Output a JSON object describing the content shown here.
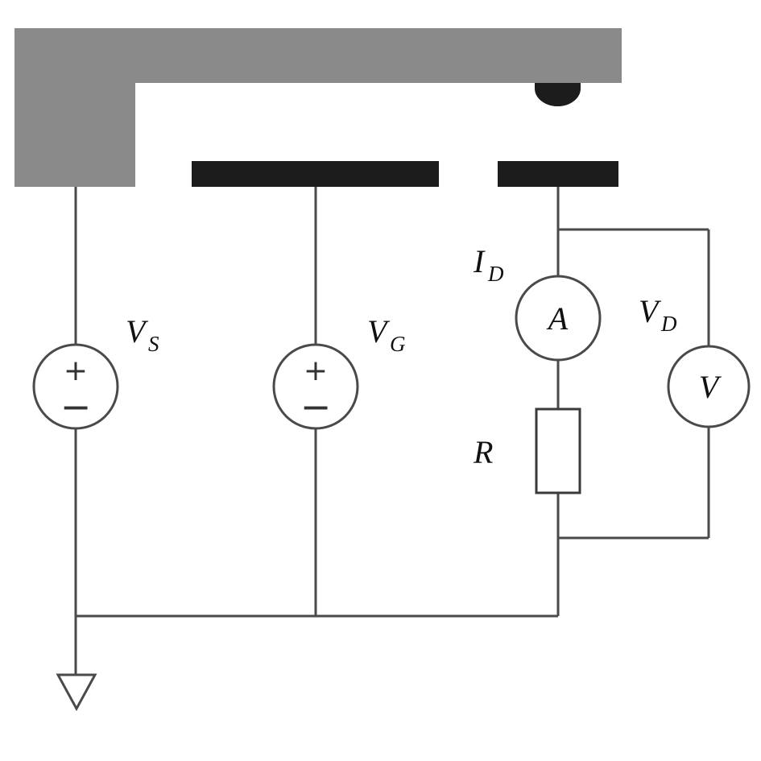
{
  "colors": {
    "cantilever": "#8a8a8a",
    "electrode": "#1c1c1c",
    "wire": "#4a4a4a",
    "background": "#ffffff"
  },
  "components": {
    "source_vs": {
      "label_main": "V",
      "label_sub": "S",
      "plus": "+",
      "minus": "−"
    },
    "source_vg": {
      "label_main": "V",
      "label_sub": "G",
      "plus": "+",
      "minus": "−"
    },
    "drain_current": {
      "label_main": "I",
      "label_sub": "D"
    },
    "drain_voltage": {
      "label_main": "V",
      "label_sub": "D"
    },
    "ammeter": {
      "label": "A"
    },
    "voltmeter": {
      "label": "V"
    },
    "resistor": {
      "label": "R"
    }
  }
}
